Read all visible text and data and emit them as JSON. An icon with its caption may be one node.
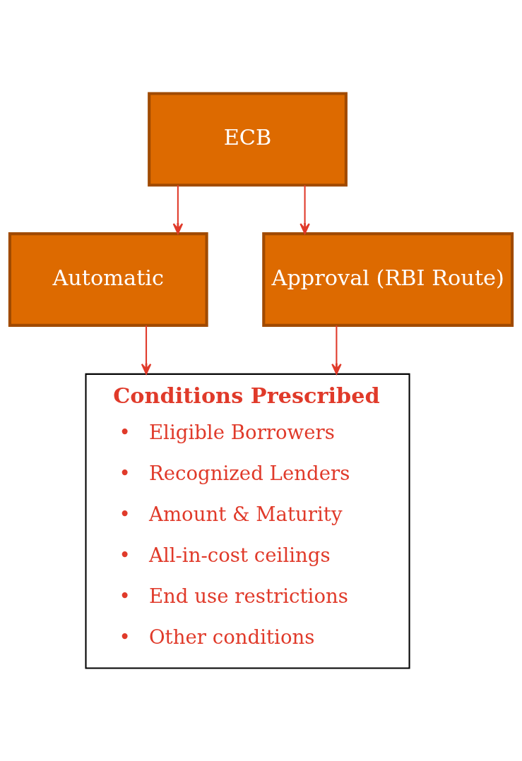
{
  "diagram": {
    "nodes": [
      {
        "text": [
          "ECB"
        ]
      },
      {
        "text": [
          "Automatic"
        ]
      },
      {
        "text": [
          "Approval (RBI Route)"
        ]
      },
      {
        "text": [
          "Conditions Prescribed",
          "•   Eligible Borrowers",
          "•   Recognized Lenders",
          "•   Amount & Maturity",
          "•   All-in-cost ceilings",
          "•   End use restrictions",
          "•   Other conditions"
        ]
      }
    ],
    "edges": [
      {
        "from": 0,
        "to": 1,
        "arrow": "to"
      },
      {
        "from": 0,
        "to": 2,
        "arrow": "to"
      },
      {
        "from": 1,
        "to": 3,
        "arrow": "to"
      },
      {
        "from": 2,
        "to": 3,
        "arrow": "to"
      }
    ]
  }
}
